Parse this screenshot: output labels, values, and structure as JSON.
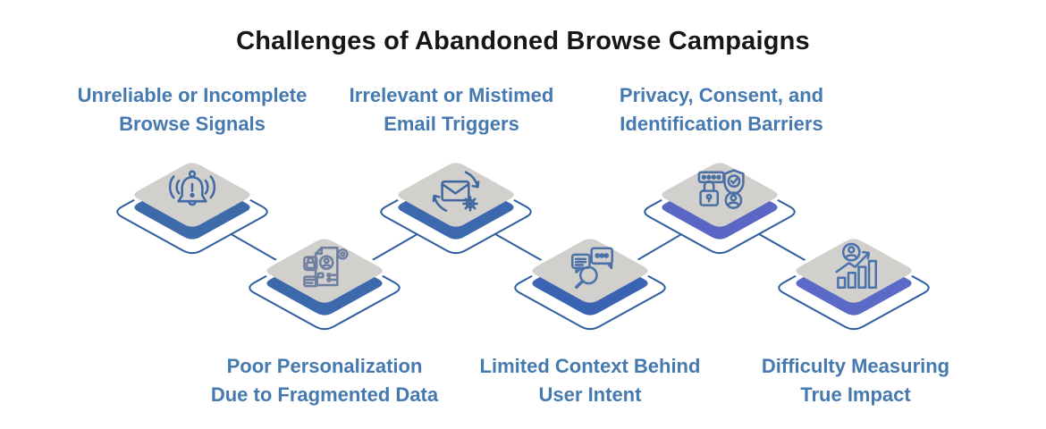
{
  "title": "Challenges of Abandoned Browse Campaigns",
  "colors": {
    "title_text": "#161616",
    "label_text": "#4579af",
    "face": "#d2d0cd",
    "outline": "#2e5d9f",
    "connector": "#2e5d9f",
    "background": "#ffffff",
    "steel_blue_edge": "#3d6aab",
    "indigo_edge": "#5a67c4"
  },
  "items": [
    {
      "id": "unreliable-browse-signals",
      "label": "Unreliable or Incomplete\nBrowse Signals",
      "row": "top",
      "icon": "bell-alert-icon",
      "edge_color": "#3d6ba9",
      "icon_color": "#3f6aa6"
    },
    {
      "id": "poor-personalization",
      "label": "Poor Personalization\nDue to Fragmented Data",
      "row": "bottom",
      "icon": "fragmented-document-icon",
      "edge_color": "#3c69ac",
      "icon_color": "#6e7f9f"
    },
    {
      "id": "mistimed-email-triggers",
      "label": "Irrelevant or Mistimed\nEmail Triggers",
      "row": "top",
      "icon": "email-sync-gear-icon",
      "edge_color": "#3c68ae",
      "icon_color": "#41679f"
    },
    {
      "id": "limited-context-user-intent",
      "label": "Limited Context Behind\nUser Intent",
      "row": "bottom",
      "icon": "chat-search-icon",
      "edge_color": "#3a63b3",
      "icon_color": "#4a72a9"
    },
    {
      "id": "privacy-consent-barriers",
      "label": "Privacy, Consent, and\nIdentification Barriers",
      "row": "top",
      "icon": "privacy-lock-shield-icon",
      "edge_color": "#5a66c4",
      "icon_color": "#4a6fa5"
    },
    {
      "id": "difficulty-measuring-impact",
      "label": "Difficulty Measuring\nTrue Impact",
      "row": "bottom",
      "icon": "person-growth-chart-icon",
      "edge_color": "#5b69c7",
      "icon_color": "#4a73ad"
    }
  ]
}
